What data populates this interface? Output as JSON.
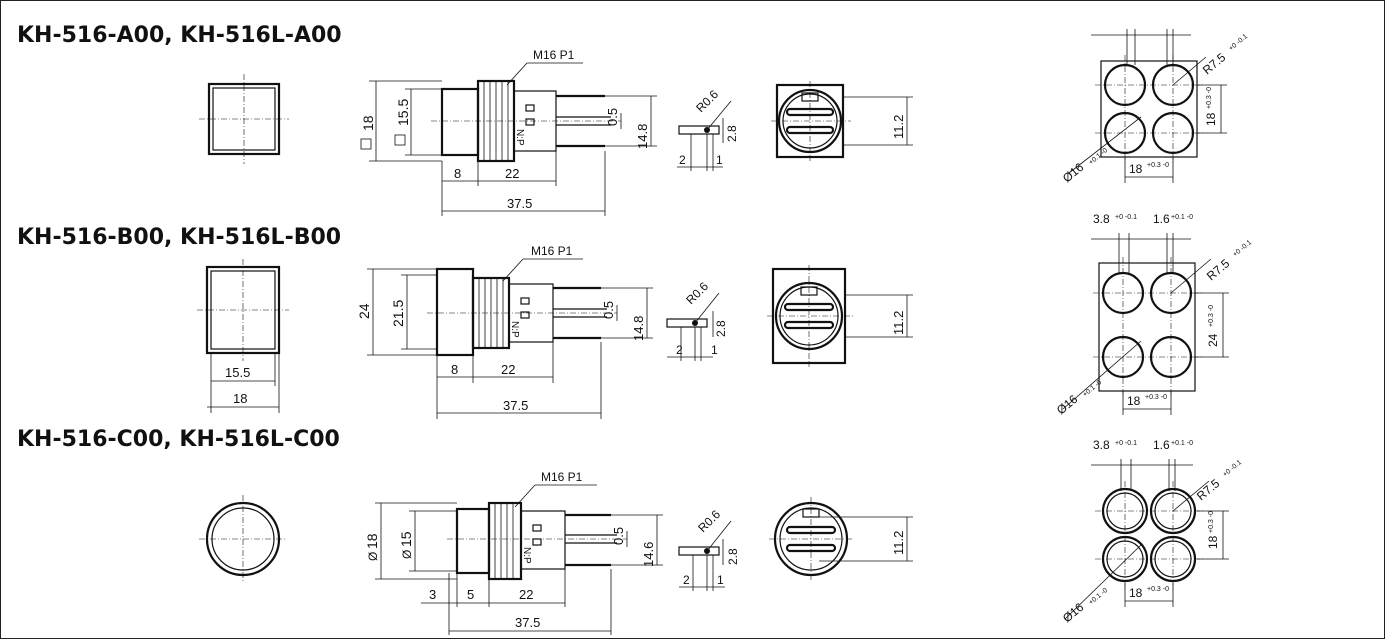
{
  "sections": [
    {
      "title": "KH-516-A00, KH-516L-A00",
      "thread": "M16 P1",
      "front_outer": "18",
      "front_inner": "15.5",
      "len_8": "8",
      "len_22": "22",
      "len_total": "37.5",
      "term_dia": "14.8",
      "term_gap": "0.5",
      "term_marks": "N:P",
      "pin_radius": "R0.6",
      "pin_h": "2.8",
      "pin_w2": "2",
      "pin_w1": "1",
      "back_dim": "11.2",
      "cut_radius": "R7.5",
      "cut_radius_tol": "+0 -0.1",
      "cut_dia": "Ø16",
      "cut_dia_tol": "+0.1 -0",
      "pitch_h": "18",
      "pitch_h_tol": "+0.3 -0",
      "pitch_v": "18",
      "pitch_v_tol": "+0.3 -0"
    },
    {
      "title": "KH-516-B00, KH-516L-B00",
      "thread": "M16 P1",
      "front_w_outer": "18",
      "front_w_inner": "15.5",
      "front_h_outer": "24",
      "front_h_inner": "21.5",
      "len_8": "8",
      "len_22": "22",
      "len_total": "37.5",
      "term_dia": "14.8",
      "term_gap": "0.5",
      "term_marks": "N:P",
      "pin_radius": "R0.6",
      "pin_h": "2.8",
      "pin_w2": "2",
      "pin_w1": "1",
      "back_dim": "11.2",
      "slot_a": "3.8",
      "slot_a_tol": "+0 -0.1",
      "slot_b": "1.6",
      "slot_b_tol": "+0.1 -0",
      "cut_radius": "R7.5",
      "cut_radius_tol": "+0 -0.1",
      "cut_dia": "Ø16",
      "cut_dia_tol": "+0.1 -0",
      "pitch_h": "18",
      "pitch_h_tol": "+0.3 -0",
      "pitch_v": "24",
      "pitch_v_tol": "+0.3 -0"
    },
    {
      "title": "KH-516-C00, KH-516L-C00",
      "thread": "M16 P1",
      "front_outer": "18",
      "front_inner": "15",
      "len_3": "3",
      "len_5": "5",
      "len_22": "22",
      "len_total": "37.5",
      "term_dia": "14.6",
      "term_gap": "0.5",
      "term_marks": "N:P",
      "pin_radius": "R0.6",
      "pin_h": "2.8",
      "pin_w2": "2",
      "pin_w1": "1",
      "back_dim": "11.2",
      "slot_a": "3.8",
      "slot_a_tol": "+0 -0.1",
      "slot_b": "1.6",
      "slot_b_tol": "+0.1 -0",
      "cut_radius": "R7.5",
      "cut_radius_tol": "+0 -0.1",
      "cut_dia": "Ø16",
      "cut_dia_tol": "+0.1 -0",
      "pitch_h": "18",
      "pitch_h_tol": "+0.3 -0",
      "pitch_v": "18",
      "pitch_v_tol": "+0.3 -0"
    }
  ]
}
